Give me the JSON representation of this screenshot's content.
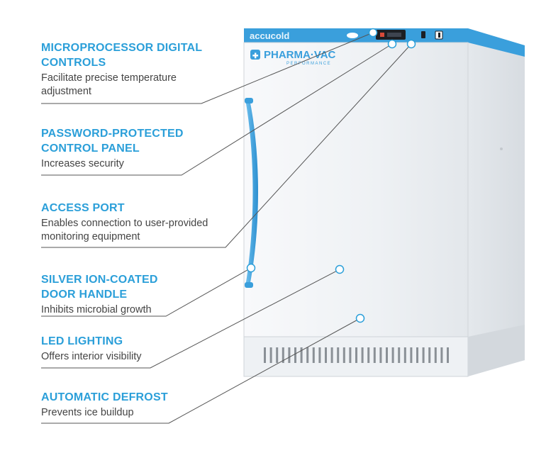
{
  "features": [
    {
      "title": "MICROPROCESSOR DIGITAL\nCONTROLS",
      "desc": "Facilitate precise temperature\nadjustment"
    },
    {
      "title": "PASSWORD-PROTECTED\nCONTROL PANEL",
      "desc": "Increases security"
    },
    {
      "title": "ACCESS PORT",
      "desc": "Enables connection to user-provided\nmonitoring equipment"
    },
    {
      "title": "SILVER ION-COATED\nDOOR HANDLE",
      "desc": "Inhibits microbial growth"
    },
    {
      "title": "LED LIGHTING",
      "desc": "Offers interior visibility"
    },
    {
      "title": "AUTOMATIC DEFROST",
      "desc": "Prevents ice buildup"
    }
  ],
  "fridge": {
    "brand": "accucold",
    "logo": "PHARMA·VAC",
    "logo_sub": "PERFORMANCE"
  },
  "colors": {
    "accent": "#2b9fd9",
    "body_text": "#444444",
    "cabinet": "#f3f5f7",
    "trim": "#3a9fdc",
    "line": "#555555"
  }
}
